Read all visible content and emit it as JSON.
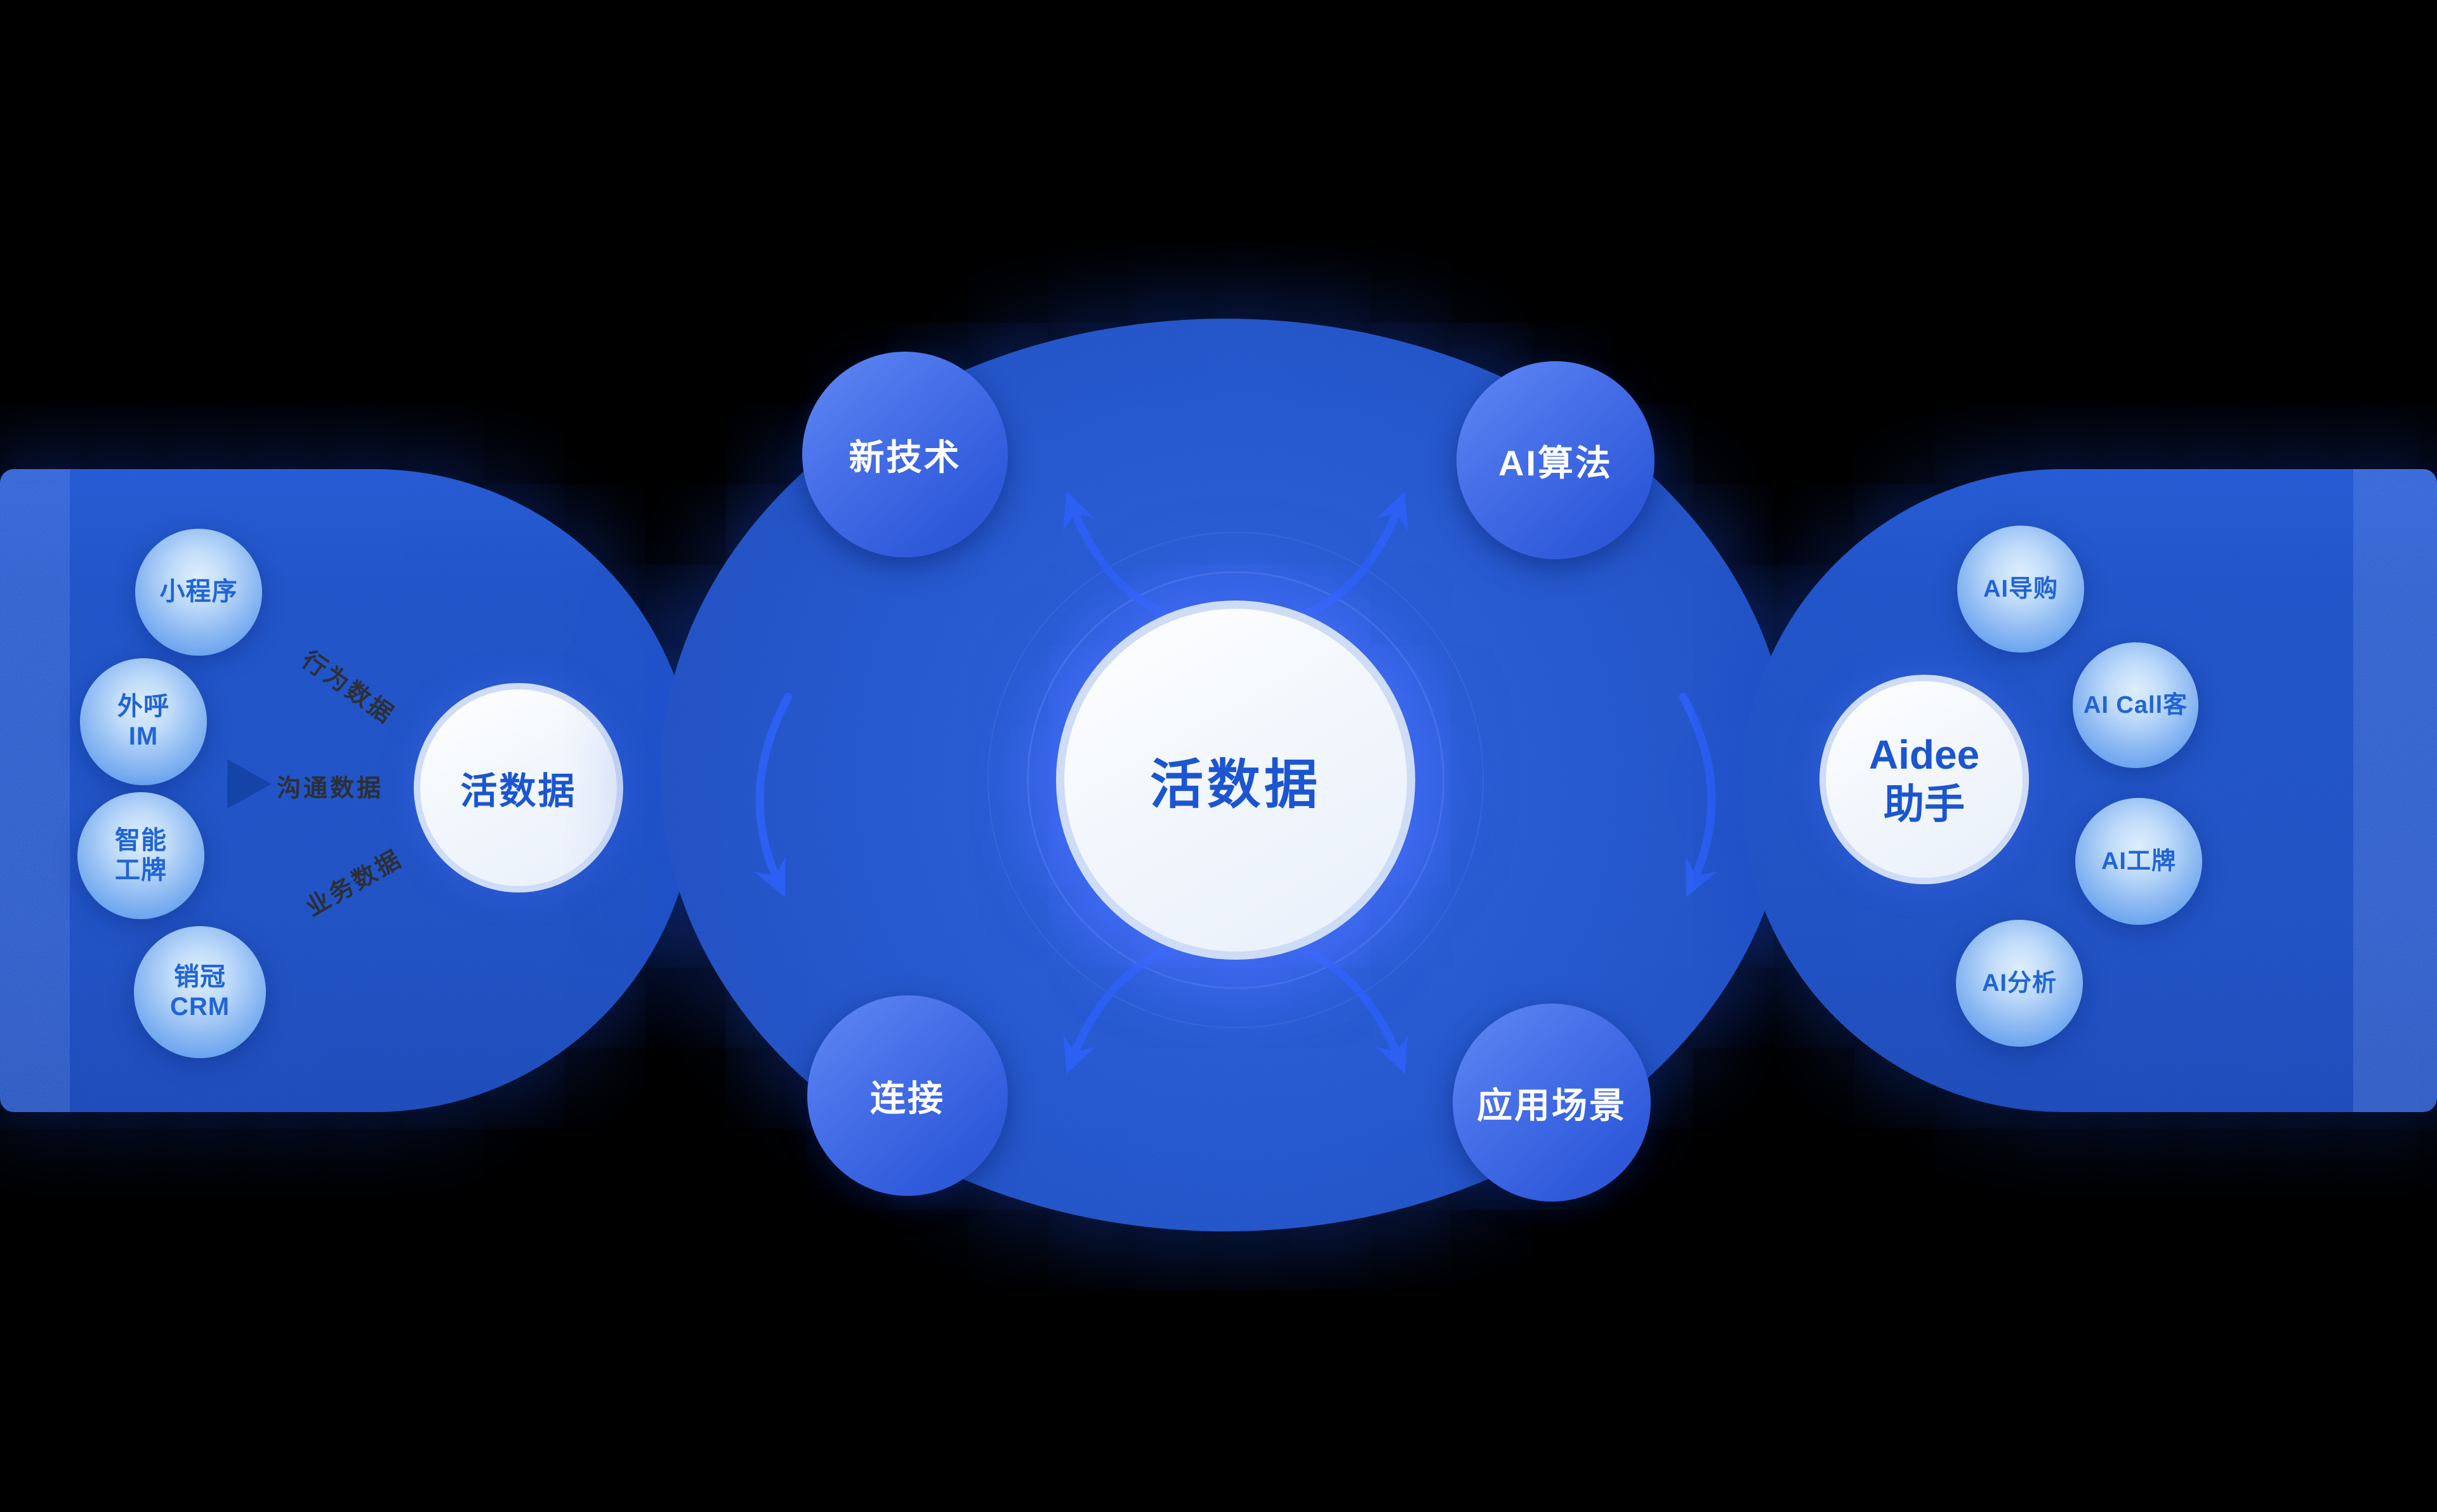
{
  "left_panel": {
    "hub": "活数据",
    "sources": [
      {
        "lines": [
          "小程序"
        ]
      },
      {
        "lines": [
          "外呼",
          "IM"
        ]
      },
      {
        "lines": [
          "智能",
          "工牌"
        ]
      },
      {
        "lines": [
          "销冠",
          "CRM"
        ]
      }
    ],
    "data_labels": [
      {
        "text": "行为数据"
      },
      {
        "text": "沟通数据"
      },
      {
        "text": "业务数据"
      }
    ]
  },
  "center_panel": {
    "hub": "活数据",
    "nodes": [
      {
        "label": "新技术"
      },
      {
        "label": "AI算法"
      },
      {
        "label": "连接"
      },
      {
        "label": "应用场景"
      }
    ]
  },
  "right_panel": {
    "hub_lines": [
      "Aidee",
      "助手"
    ],
    "apps": [
      {
        "label": "AI导购"
      },
      {
        "label": "AI Call客"
      },
      {
        "label": "AI工牌"
      },
      {
        "label": "AI分析"
      }
    ]
  },
  "colors": {
    "background": "#000000",
    "panel_blue": "#1a4dc2",
    "ellipse_blue": "#1d51ca",
    "node_gradient_start": "#6189f5",
    "node_gradient_end": "#2a54d4",
    "bubble_center": "#ddeefd",
    "bubble_edge": "#5598ee",
    "hub_background": "#f3f7fd",
    "hub_text_blue": "#1b55d0",
    "bubble_text_blue": "#2164d6",
    "data_label_dark": "#2d2f33",
    "arrow_blue": "#2c5ff2",
    "node_text": "#ffffff"
  }
}
